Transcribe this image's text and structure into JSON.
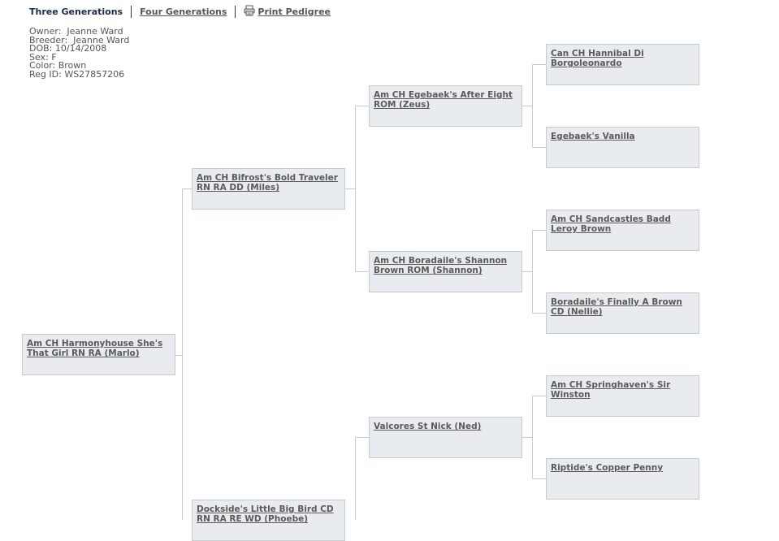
{
  "nav": {
    "current": "Three Generations",
    "four_generations": "Four Generations",
    "print_pedigree": "Print Pedigree"
  },
  "info": {
    "owner": "Owner:  Jeanne Ward",
    "breeder": "Breeder:  Jeanne Ward",
    "dob": "DOB: 10/14/2008",
    "sex": "Sex: F",
    "color": "Color: Brown",
    "reg_id": "Reg ID: WS27857206"
  },
  "pedigree": {
    "subject": "Am CH Harmonyhouse She's That Girl RN RA (Marlo)",
    "sire": "Am CH Bifrost's Bold Traveler RN RA DD (Miles)",
    "dam": "Dockside's Little Big Bird CD RN RA RE WD (Phoebe)",
    "sire_sire": "Am CH Egebaek's After Eight ROM (Zeus)",
    "sire_dam": "Am CH Boradaile's Shannon Brown ROM (Shannon)",
    "dam_sire": "Valcores St Nick (Ned)",
    "sire_sire_sire": "Can CH Hannibal Di Borgoleonardo",
    "sire_sire_dam": "Egebaek's Vanilla",
    "sire_dam_sire": "Am CH Sandcastles Badd Leroy Brown",
    "sire_dam_dam": "Boradaile's Finally A Brown CD (Nellie)",
    "dam_sire_sire": "Am CH Springhaven's Sir Winston",
    "dam_sire_dam": "Riptide's Copper Penny"
  },
  "colors": {
    "box_bg": "#e9ecef",
    "box_border": "#c6cbd1",
    "line": "#c6cbd1"
  }
}
